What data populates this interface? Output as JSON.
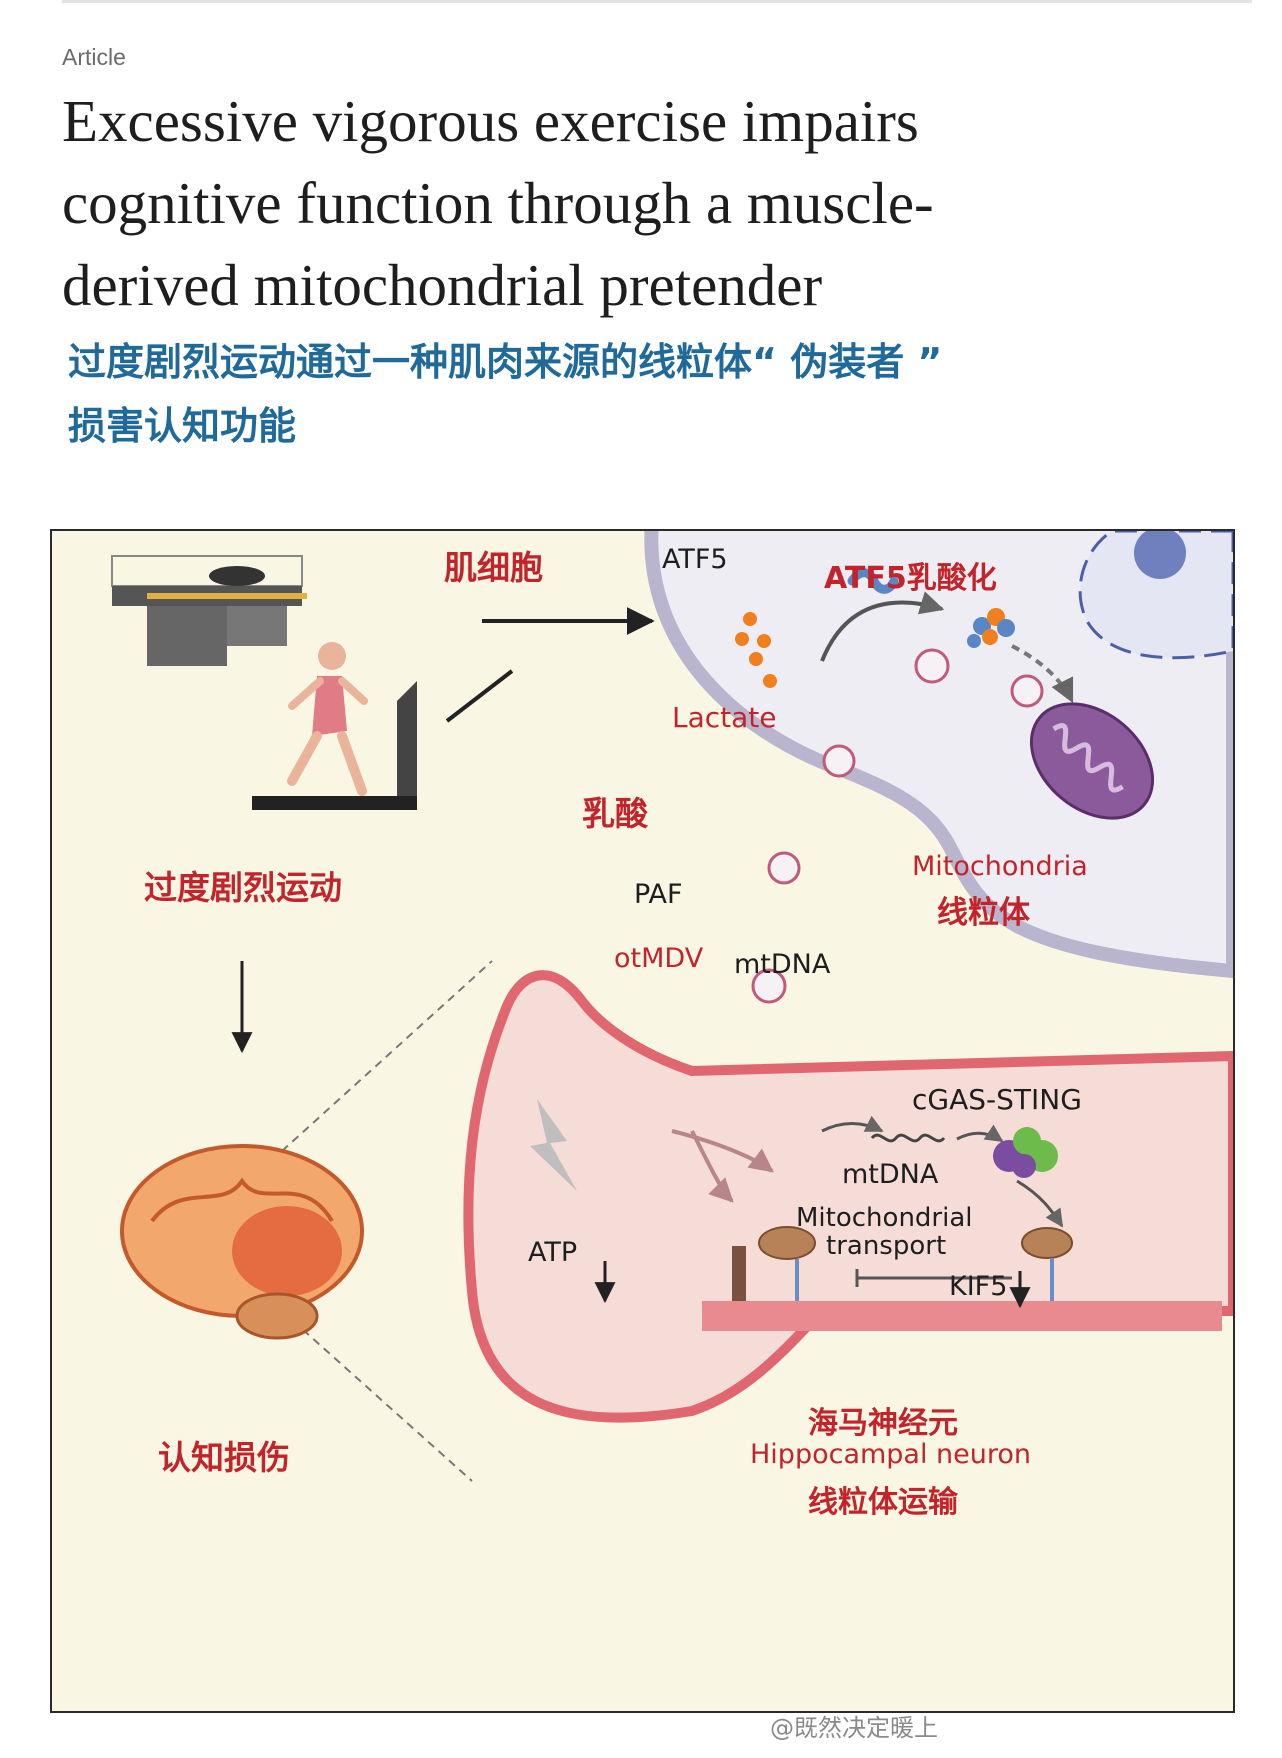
{
  "article": {
    "kicker": "Article",
    "title_en": [
      "Excessive vigorous exercise impairs",
      "cognitive function through a muscle-",
      "derived mitochondrial pretender"
    ],
    "title_zh": [
      "过度剧烈运动通过一种肌肉来源的线粒体“ 伪装者 ”",
      "损害认知功能"
    ]
  },
  "figure": {
    "labels": {
      "muscle_cell": "肌细胞",
      "atf5": "ATF5",
      "atf5_lactylation": "ATF5乳酸化",
      "lactate": "Lactate",
      "lactic_acid": "乳酸",
      "mitochondria_en": "Mitochondria",
      "mitochondria_zh": "线粒体",
      "excessive_exercise": "过度剧烈运动",
      "paf": "PAF",
      "otmdv": "otMDV",
      "mtdna_upper": "mtDNA",
      "cgas_sting": "cGAS-STING",
      "mtdna_lower": "mtDNA",
      "mito_transport": "Mitochondrial",
      "mito_transport_2": "transport",
      "atp": "ATP",
      "kif5": "KIF5",
      "cognitive_impairment": "认知损伤",
      "hippocampal_zh": "海马神经元",
      "hippocampal_en": "Hippocampal neuron",
      "mito_transport_zh": "线粒体运输"
    },
    "colors": {
      "red_label": "#c3242b",
      "background": "#f9f7e3",
      "cell_fill": "#eeedf3",
      "cell_membrane": "#b9b5cf",
      "neuron_fill": "#f6dcd6",
      "neuron_membrane": "#e0676f",
      "lactate_dot": "#f0801e",
      "mitochondria": "#8a5a9a"
    }
  },
  "watermark": "@既然决定暖上"
}
